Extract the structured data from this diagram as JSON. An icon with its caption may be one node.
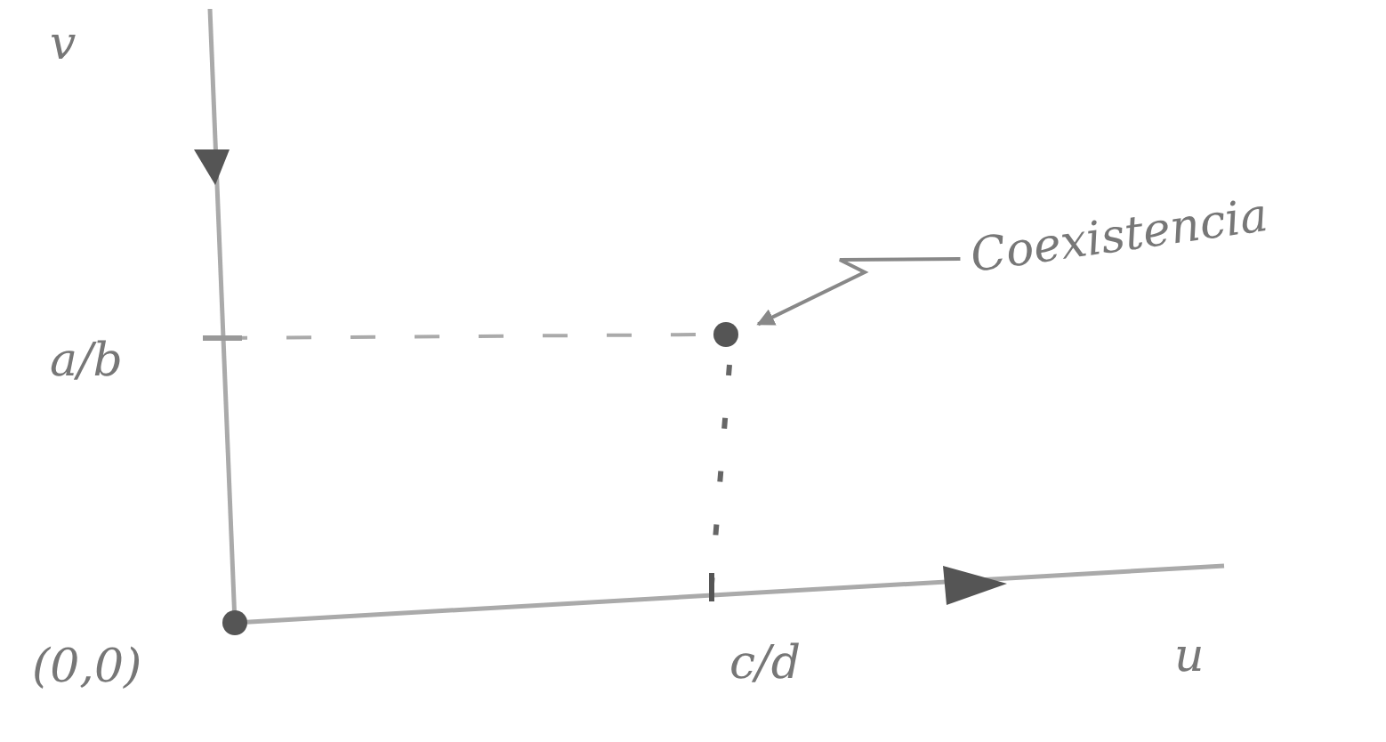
{
  "diagram": {
    "nodes": [
      {
        "text": [
          "Coexistencia"
        ]
      },
      {
        "text": [],
        "shape": "circle"
      }
    ],
    "edges": [
      {
        "from": 0,
        "to": 1,
        "arrow": "to"
      }
    ],
    "labels": [
      "v",
      "a/b",
      "(0,0)",
      "c/d",
      "u"
    ]
  }
}
